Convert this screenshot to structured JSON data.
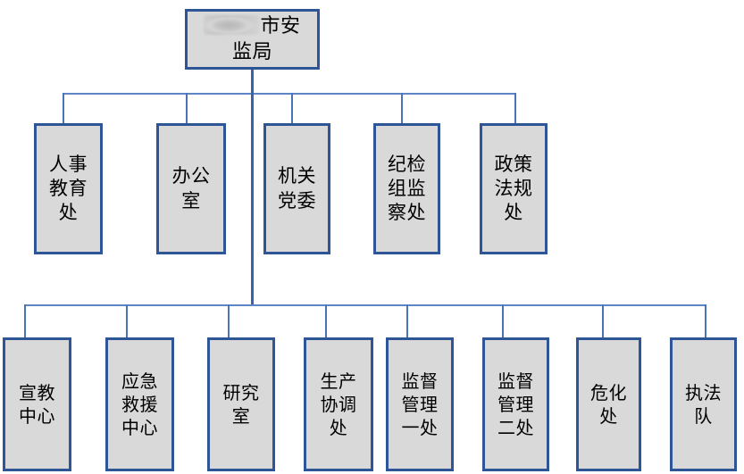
{
  "chart_data": {
    "type": "diagram",
    "subtype": "organization-chart",
    "title": "",
    "orientation": "top-down",
    "levels": 3,
    "node_count": 14,
    "style": {
      "node_fill": "#d9d9d9",
      "node_border": "#2e5596",
      "connector_line": "#4b73b8",
      "trunk_line": "#3a62a8",
      "background": "#ffffff",
      "text_color": "#000000"
    },
    "nodes": [
      {
        "id": "root",
        "level": 0,
        "label": "市安\n监局",
        "redacted_prefix": true
      },
      {
        "id": "t2-1",
        "level": 1,
        "label": "人事\n教育\n处"
      },
      {
        "id": "t2-2",
        "level": 1,
        "label": "办公\n室"
      },
      {
        "id": "t2-3",
        "level": 1,
        "label": "机关\n党委"
      },
      {
        "id": "t2-4",
        "level": 1,
        "label": "纪检\n组监\n察处"
      },
      {
        "id": "t2-5",
        "level": 1,
        "label": "政策\n法规\n处"
      },
      {
        "id": "t3-1",
        "level": 2,
        "label": "宣教\n中心"
      },
      {
        "id": "t3-2",
        "level": 2,
        "label": "应急\n救援\n中心"
      },
      {
        "id": "t3-3",
        "level": 2,
        "label": "研究\n室"
      },
      {
        "id": "t3-4",
        "level": 2,
        "label": "生产\n协调\n处"
      },
      {
        "id": "t3-5",
        "level": 2,
        "label": "监督\n管理\n一处"
      },
      {
        "id": "t3-6",
        "level": 2,
        "label": "监督\n管理\n二处"
      },
      {
        "id": "t3-7",
        "level": 2,
        "label": "危化\n处"
      },
      {
        "id": "t3-8",
        "level": 2,
        "label": "执法\n队"
      }
    ],
    "edges": [
      {
        "from": "root",
        "to": "t2-1"
      },
      {
        "from": "root",
        "to": "t2-2"
      },
      {
        "from": "root",
        "to": "t2-3"
      },
      {
        "from": "root",
        "to": "t2-4"
      },
      {
        "from": "root",
        "to": "t2-5"
      },
      {
        "from": "root",
        "to": "t3-1"
      },
      {
        "from": "root",
        "to": "t3-2"
      },
      {
        "from": "root",
        "to": "t3-3"
      },
      {
        "from": "root",
        "to": "t3-4"
      },
      {
        "from": "root",
        "to": "t3-5"
      },
      {
        "from": "root",
        "to": "t3-6"
      },
      {
        "from": "root",
        "to": "t3-7"
      },
      {
        "from": "root",
        "to": "t3-8"
      }
    ]
  },
  "root": {
    "line1_suffix": "市安",
    "line2": "监局"
  },
  "tier2": [
    {
      "label": "人事\n教育\n处"
    },
    {
      "label": "办公\n室"
    },
    {
      "label": "机关\n党委"
    },
    {
      "label": "纪检\n组监\n察处"
    },
    {
      "label": "政策\n法规\n处"
    }
  ],
  "tier3": [
    {
      "label": "宣教\n中心"
    },
    {
      "label": "应急\n救援\n中心"
    },
    {
      "label": "研究\n室"
    },
    {
      "label": "生产\n协调\n处"
    },
    {
      "label": "监督\n管理\n一处"
    },
    {
      "label": "监督\n管理\n二处"
    },
    {
      "label": "危化\n处"
    },
    {
      "label": "执法\n队"
    }
  ]
}
